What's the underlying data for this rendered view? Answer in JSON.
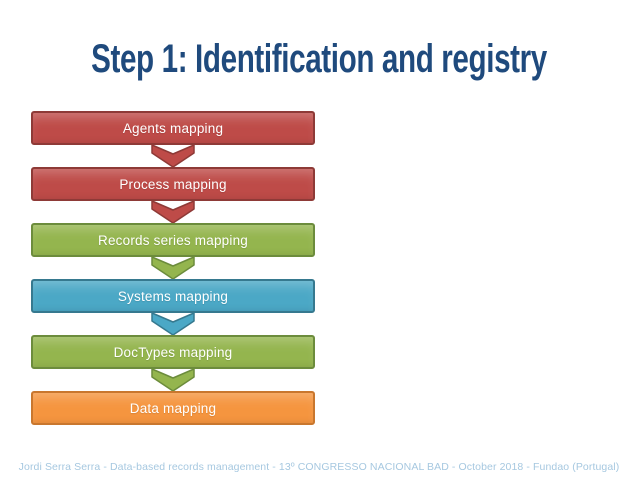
{
  "slide": {
    "title": "Step 1: Identification and registry",
    "footer": "Jordi Serra Serra - Data-based records management - 13º CONGRESSO NACIONAL BAD - October 2018 - Fundao (Portugal)"
  },
  "colors": {
    "background": "#FFFFFF",
    "title_text": "#1F4A7D",
    "footer_text": "#A6C8E0",
    "step_text": "#FFFFFF",
    "red": "#BE4B48",
    "red_border": "#8E3A37",
    "green": "#94B54E",
    "green_border": "#6C8C3C",
    "blue": "#4BA8C6",
    "blue_border": "#36798F",
    "orange": "#F5953F",
    "orange_border": "#C9772E"
  },
  "flow": {
    "steps": [
      {
        "label": "Agents mapping",
        "color": "red"
      },
      {
        "label": "Process mapping",
        "color": "red"
      },
      {
        "label": "Records series mapping",
        "color": "green"
      },
      {
        "label": "Systems mapping",
        "color": "blue"
      },
      {
        "label": "DocTypes mapping",
        "color": "green"
      },
      {
        "label": "Data mapping",
        "color": "orange"
      }
    ]
  }
}
